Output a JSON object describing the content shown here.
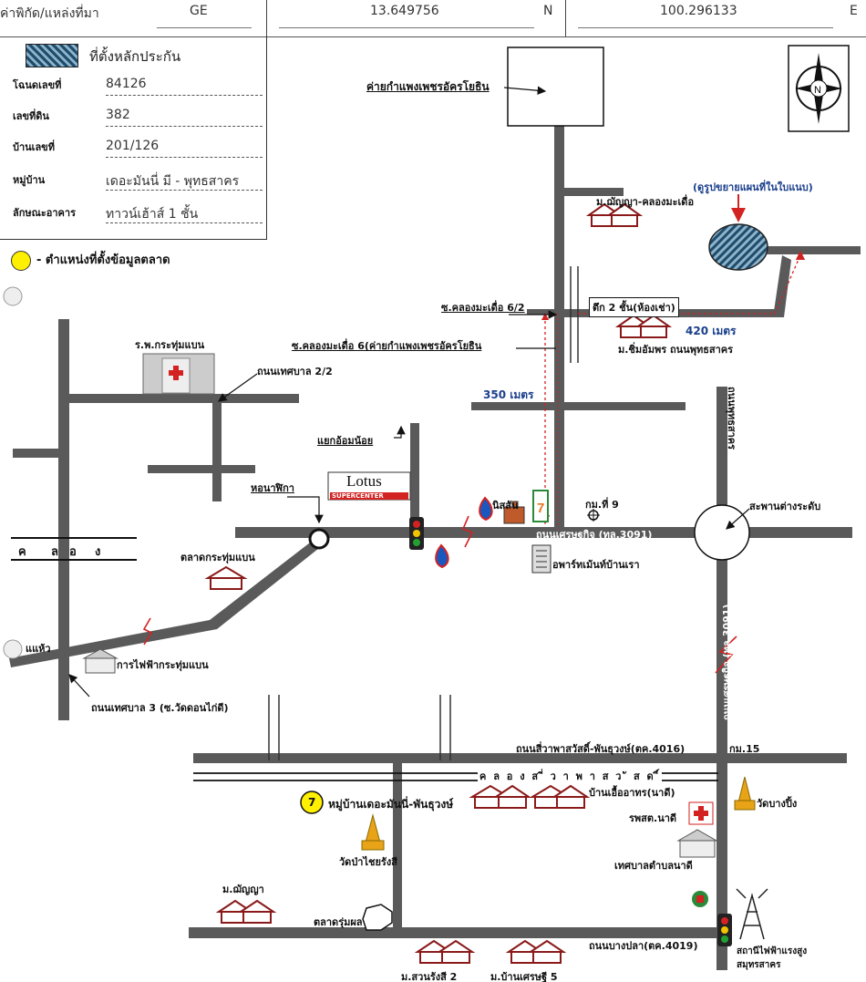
{
  "header": {
    "coord_label": "ค่าพิกัด/แหล่งที่มา",
    "source": "GE",
    "lat": "13.649756",
    "lat_dir": "N",
    "lon": "100.296133",
    "lon_dir": "E"
  },
  "legend": {
    "collateral_location": "ที่ตั้งหลักประกัน",
    "market_data_location": "- ตำแหน่งที่ตั้งข้อมูลตลาด"
  },
  "info": {
    "rows": [
      {
        "label": "โฉนดเลขที่",
        "value": "84126"
      },
      {
        "label": "เลขที่ดิน",
        "value": "382"
      },
      {
        "label": "บ้านเลขที่",
        "value": "201/126"
      },
      {
        "label": "หมู่บ้าน",
        "value": "เดอะมันนี่ มี - พุทธสาคร"
      },
      {
        "label": "ลักษณะอาคาร",
        "value": "ทาวน์เฮ้าส์ 1 ชั้น"
      }
    ]
  },
  "labels": {
    "camp": "ค่ายกำแพงเพชรอัครโยธิน",
    "expand_map": "(ดูรูปขยายแผนที่ในใบแนบ)",
    "m_chanya_khlong": "ม.ฌัญญา-คลองมะเดื่อ",
    "soi_6_2": "ซ.คลองมะเดื่อ 6/2",
    "building_2": "ตึก 2 ชั้น(ห้องเช่า)",
    "dist_420": "420 เมตร",
    "m_chimsamphon": "ม.ชิ่มอัมพร ถนนพุทธสาคร",
    "rp_krathum": "ร.พ.กระทุ่มแบน",
    "soi_6": "ซ.คลองมะเดื่อ 6(ค่ายกำแพงเพชรอัครโยธิน",
    "thesaban_2_2": "ถนนเทศบาล 2/2",
    "dist_350": "350 เมตร",
    "phutthasakhon_road": "ถนนพุทธสาคร",
    "yaek_om_noi": "แยกอ้อมน้อย",
    "clock_tower": "หอนาฬิกา",
    "lotus": "Lotus",
    "supercenter": "SUPERCENTER",
    "nissan": "นิสสัน",
    "km9": "กม.ที่ 9",
    "setthakit_road": "ถนนเศรษฐกิจ (ทล.3091)",
    "bridge": "สะพานต่างระดับ",
    "canal_letters": [
      "ค",
      "ล",
      "อ",
      "ง"
    ],
    "market_krathum": "ตลาดกระทุ่มแบน",
    "apartment": "อพาร์ทเม้นท์บ้านเรา",
    "setthakit_v": "ถนนเศรษฐกิจ (ทล.3091)",
    "naen_haeo": "แแห้ว",
    "pea": "การไฟฟ้ากระทุ่มแบน",
    "thesaban_3": "ถนนเทศบาล 3 (ซ.วัดดอนไก่ดี)",
    "sivaphat_road": "ถนนสี่วาพาสวัสดิ์-พันธุวงษ์(ตค.4016)",
    "km15": "กม.15",
    "canal2": "ค ล อ ง  ส ี่  ว า พ า ส ว ั ส ด ิ์",
    "marker_7": "7",
    "village_moneymee": "หมู่บ้านเดอะมันนี่-พันธุวงษ์",
    "ban_uea": "บ้านเอื้ออาทร(นาดี)",
    "wat_bang_ping": "วัดบางปิ้ง",
    "rpsp_nadi": "รพสต.นาดี",
    "wat_pa": "วัดป่าไชยรังสี",
    "tessaban_nadi": "เทศบาลตำบลนาดี",
    "m_chanya": "ม.ฌัญญา",
    "market_ruam": "ตลาดรุ่มผล",
    "bangpla_road": "ถนนบางปลา(ตค.4019)",
    "power_station": "สถานีไฟฟ้าแรงสูง สมุทรสาคร",
    "m_suan_rang": "ม.สวนรังสี 2",
    "m_ban_setthi": "ม.บ้านเศรษฐี 5",
    "seven_eleven": "7"
  },
  "colors": {
    "road": "#5a5a5a",
    "blue_text": "#1a3f8c",
    "red": "#d22222",
    "yellow": "#ffef00"
  }
}
